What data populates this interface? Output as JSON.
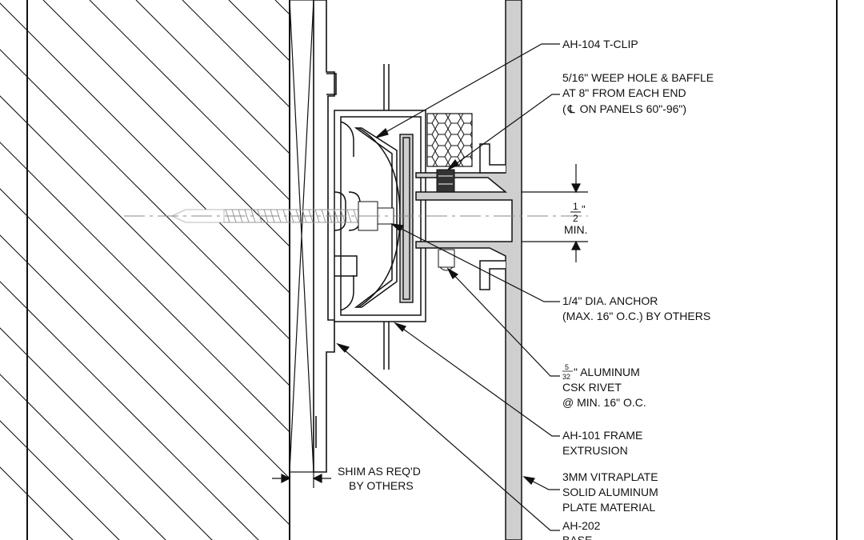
{
  "colors": {
    "line": "#111111",
    "panel_fill": "#cfcfcf",
    "paper": "#ffffff",
    "centerline": "#888888"
  },
  "labels": {
    "t_clip": "AH-104 T-CLIP",
    "weep_1": "5/16\" WEEP HOLE & BAFFLE",
    "weep_2": "AT 8\" FROM EACH END",
    "weep_3_open": "(",
    "weep_3_cl": "℄",
    "weep_3_rest": "ON PANELS 60\"-96\")",
    "gap_num": "1",
    "gap_den": "2",
    "gap_inch": "\"",
    "gap_min": "MIN.",
    "anchor_1": "1/4\" DIA. ANCHOR",
    "anchor_2": "(MAX. 16\" O.C.) BY OTHERS",
    "rivet_num": "5",
    "rivet_den": "32",
    "rivet_1_rest": "\" ALUMINUM",
    "rivet_2": "CSK RIVET",
    "rivet_3": "@ MIN. 16\" O.C.",
    "frame_1": "AH-101 FRAME",
    "frame_2": "EXTRUSION",
    "shim_1": "SHIM AS REQ'D",
    "shim_2": "BY OTHERS",
    "plate_1": "3MM VITRAPLATE",
    "plate_2": "SOLID ALUMINUM",
    "plate_3": "PLATE MATERIAL",
    "base_1": "AH-202",
    "base_2": "BASE"
  }
}
